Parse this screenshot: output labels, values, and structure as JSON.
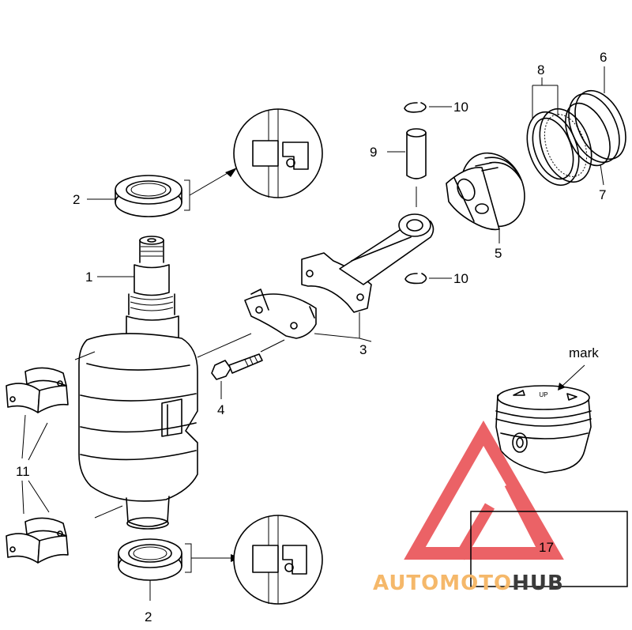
{
  "labels": {
    "l1": "1",
    "l2_top": "2",
    "l2_bottom": "2",
    "l3": "3",
    "l4": "4",
    "l5": "5",
    "l6": "6",
    "l7": "7",
    "l8": "8",
    "l9": "9",
    "l10_top": "10",
    "l10_bottom": "10",
    "l11": "11",
    "l17": "17",
    "mark": "mark",
    "piston_up": "UP"
  },
  "watermark": {
    "part_a": "AUTOMOTO",
    "part_b": "HUB",
    "color_a": "#f5b86a",
    "color_b": "#3a3a3a",
    "triangle_color": "#e8474c"
  }
}
